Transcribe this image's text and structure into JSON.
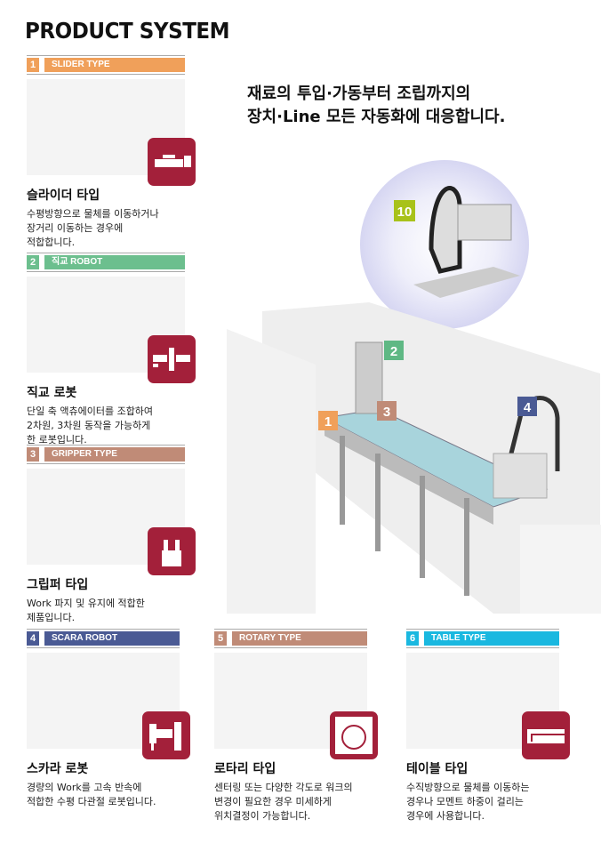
{
  "title": "PRODUCT SYSTEM",
  "headline": [
    "재료의 투입·가동부터 조립까지의",
    "장치·Line 모든 자동화에 대응합니다."
  ],
  "colors": {
    "slider": "#f0a05a",
    "cartesian": "#6cbf8e",
    "gripper": "#c08b77",
    "scara": "#4a5a94",
    "rotary": "#c08b77",
    "table": "#1ab8e0",
    "icon": "#a3203a"
  },
  "sections": [
    {
      "num": "1",
      "label": "SLIDER TYPE",
      "name": "슬라이더 타입",
      "desc": [
        "수평방향으로 물체를 이동하거나",
        "장거리 이동하는 경우에",
        "적합합니다."
      ],
      "icon": "slider-icon"
    },
    {
      "num": "2",
      "label": "직교 ROBOT",
      "name": "직교 로봇",
      "desc": [
        "단일 축 액츄에이터를 조합하여",
        "2차원, 3차원 동작을 가능하게",
        "한 로봇입니다."
      ],
      "icon": "cartesian-icon"
    },
    {
      "num": "3",
      "label": "GRIPPER TYPE",
      "name": "그립퍼 타입",
      "desc": [
        "Work 파지 및 유지에 적합한",
        "제품입니다."
      ],
      "icon": "gripper-icon"
    },
    {
      "num": "4",
      "label": "SCARA ROBOT",
      "name": "스카라 로봇",
      "desc": [
        "경량의 Work를 고속 반속에",
        "적합한 수평 다관절 로봇입니다."
      ],
      "icon": "scara-icon"
    },
    {
      "num": "5",
      "label": "ROTARY TYPE",
      "name": "로타리 타입",
      "desc": [
        "센터링 또는 다양한 각도로 워크의",
        "변경이 필요한 경우 미세하게",
        "위치결정이 가능합니다."
      ],
      "icon": "rotary-icon"
    },
    {
      "num": "6",
      "label": "TABLE TYPE",
      "name": "테이블 타입",
      "desc": [
        "수직방향으로 물체를 이동하는",
        "경우나 모멘트 하중이 걸리는",
        "경우에 사용합니다."
      ],
      "icon": "table-icon"
    }
  ],
  "badges": [
    "10",
    "2",
    "1",
    "3",
    "4"
  ]
}
